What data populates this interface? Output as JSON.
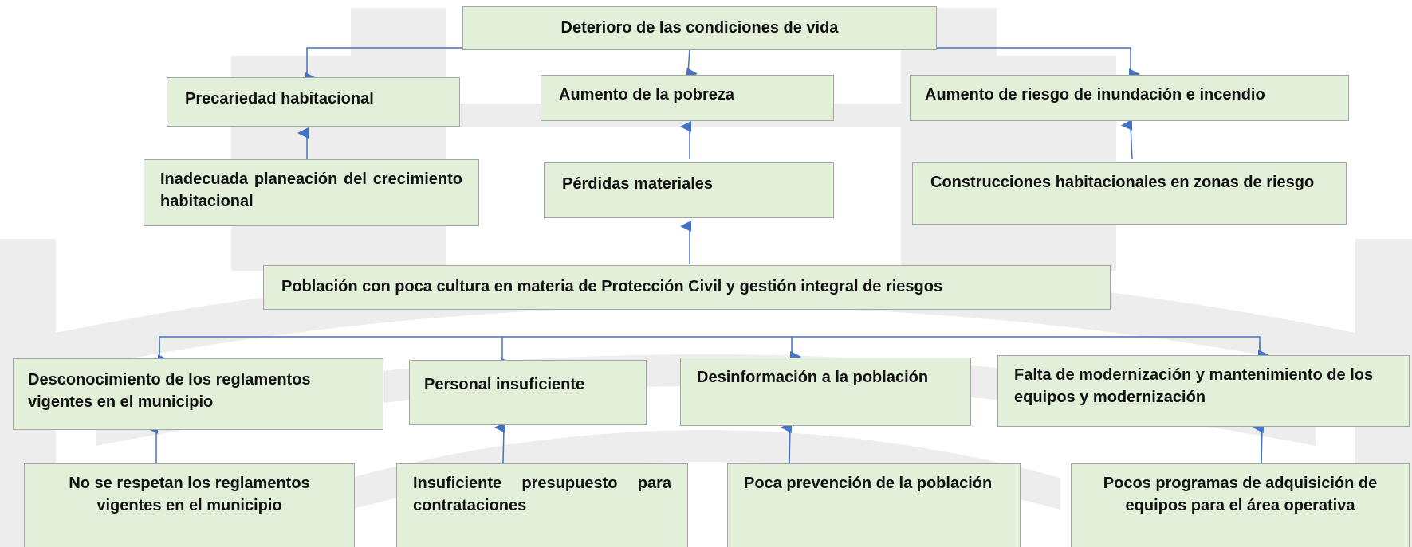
{
  "colors": {
    "box_fill": "#e2efd9",
    "box_border": "#a5a5a5",
    "connector": "#4472c4",
    "watermark": "#ededed"
  },
  "diagram": {
    "top": "Deterioro de las condiciones de vida",
    "effects": [
      "Precariedad habitacional",
      "Aumento de la pobreza",
      "Aumento de riesgo de inundación e incendio"
    ],
    "effect_causes": [
      "Inadecuada planeación del crecimiento habitacional",
      "Pérdidas materiales",
      "Construcciones habitacionales en zonas de riesgo"
    ],
    "central": "Población con poca cultura en materia de Protección Civil y gestión integral de riesgos",
    "causes": [
      "Desconocimiento de los reglamentos vigentes en el municipio",
      "Personal insuficiente",
      "Desinformación a la población",
      "Falta de modernización y mantenimiento de los equipos y modernización"
    ],
    "root_causes": [
      "No se respetan los reglamentos vigentes en el municipio",
      "Insuficiente presupuesto para contrataciones",
      "Poca prevención de la población",
      "Pocos programas de adquisición de equipos para el área operativa"
    ]
  }
}
